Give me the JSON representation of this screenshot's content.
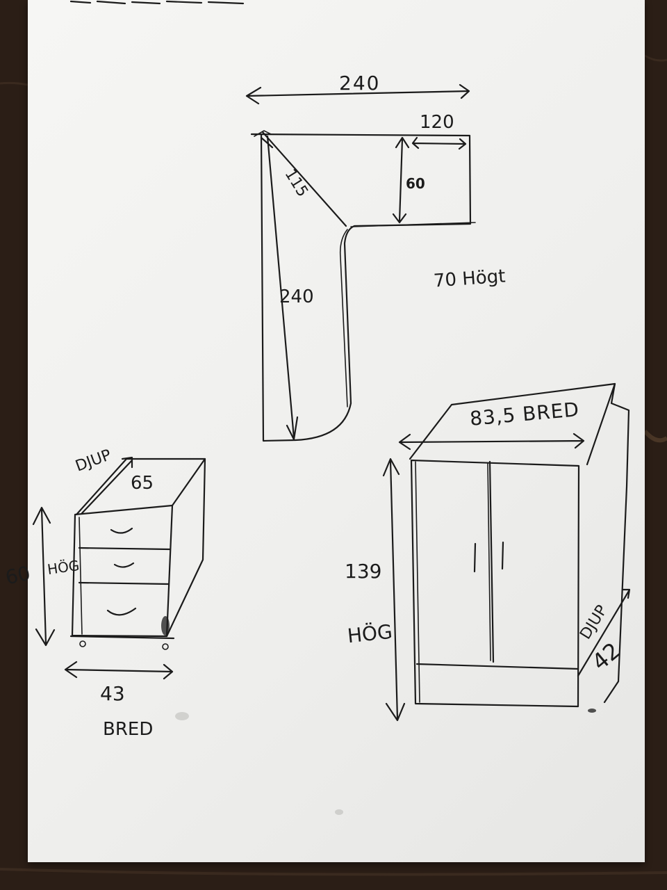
{
  "header_scribble": "",
  "desk": {
    "overall_width": "240",
    "right_wing_width": "120",
    "depth": "60",
    "diagonal": "115",
    "left_length": "240",
    "height_note": "70 Högt"
  },
  "drawer_unit": {
    "depth_word": "DJUP",
    "depth_value": "65",
    "height_value": "60",
    "height_word": "HÖG",
    "width_value": "43",
    "width_word": "BRED"
  },
  "cabinet": {
    "width_label": "83,5 BRED",
    "height_value": "139",
    "height_word": "HÖG",
    "depth_word": "DJUP",
    "depth_value": "42"
  },
  "colors": {
    "paper": "#f2f2f0",
    "ink": "#1b1b1b",
    "wood": "#2a1d15"
  }
}
